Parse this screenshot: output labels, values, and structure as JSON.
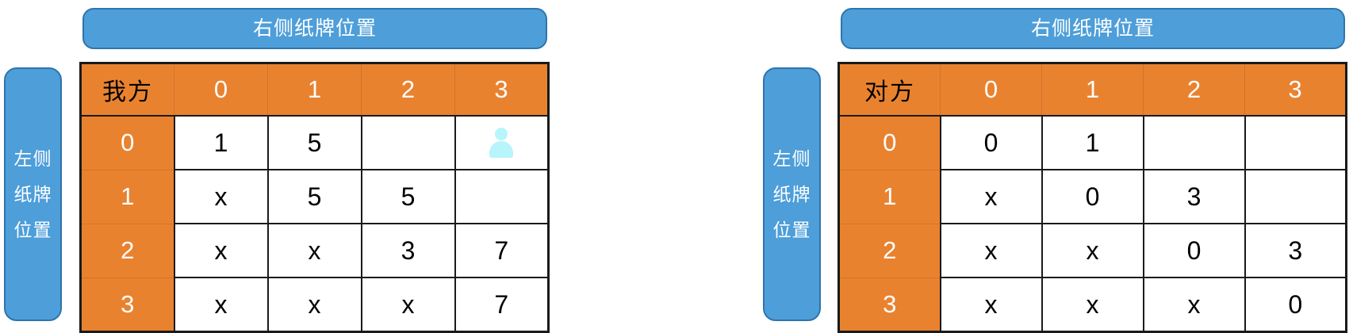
{
  "panels": [
    {
      "id": "left",
      "top_bar_label": "右侧纸牌位置",
      "side_bar_lines": [
        "左侧",
        "纸牌",
        "位置"
      ],
      "corner_label": "我方",
      "column_headers": [
        "0",
        "1",
        "2",
        "3"
      ],
      "row_headers": [
        "0",
        "1",
        "2",
        "3"
      ],
      "rows": [
        [
          "1",
          "5",
          "",
          "person-icon"
        ],
        [
          "x",
          "5",
          "5",
          ""
        ],
        [
          "x",
          "x",
          "3",
          "7"
        ],
        [
          "x",
          "x",
          "x",
          "7"
        ]
      ]
    },
    {
      "id": "right",
      "top_bar_label": "右侧纸牌位置",
      "side_bar_lines": [
        "左侧",
        "纸牌",
        "位置"
      ],
      "corner_label": "对方",
      "column_headers": [
        "0",
        "1",
        "2",
        "3"
      ],
      "row_headers": [
        "0",
        "1",
        "2",
        "3"
      ],
      "rows": [
        [
          "0",
          "1",
          "",
          ""
        ],
        [
          "x",
          "0",
          "3",
          ""
        ],
        [
          "x",
          "x",
          "0",
          "3"
        ],
        [
          "x",
          "x",
          "x",
          "0"
        ]
      ]
    }
  ],
  "colors": {
    "blue_fill": "#4d9ed9",
    "blue_border": "#2e75ad",
    "orange_fill": "#e9822f",
    "orange_grid": "#d2742a",
    "grid_line": "#1a1a1a",
    "cell_bg": "#ffffff",
    "icon_cyan": "#b7f4fb"
  },
  "icons": {
    "person": "person-icon"
  }
}
